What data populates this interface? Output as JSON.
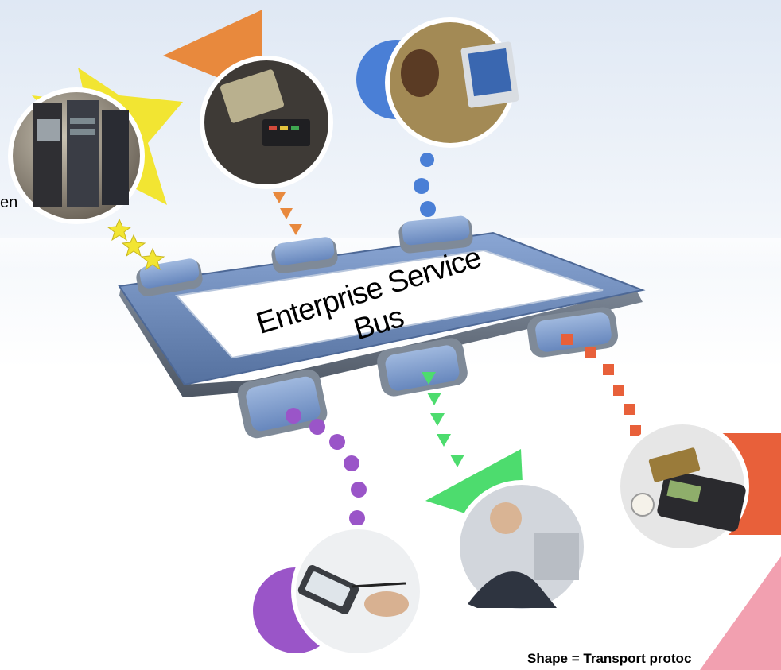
{
  "bus_label": "Enterprise Service Bus",
  "edge_text": "en",
  "caption": "Shape = Transport protoc",
  "nodes": [
    {
      "id": "server-rack",
      "shape": "star",
      "color": "#f2e532",
      "icon": "server-rack-photo"
    },
    {
      "id": "atm-cash",
      "shape": "triangle",
      "color": "#e8893d",
      "icon": "atm-cash-photo"
    },
    {
      "id": "office-worker",
      "shape": "circle",
      "color": "#4a7fd6",
      "icon": "office-worker-photo"
    },
    {
      "id": "card-terminal",
      "shape": "square",
      "color": "#e8603a",
      "icon": "card-terminal-photo"
    },
    {
      "id": "businessman-phone",
      "shape": "triangle",
      "color": "#4ddc6e",
      "icon": "businessman-phone-photo"
    },
    {
      "id": "pda-stylus",
      "shape": "circle",
      "color": "#9a55c8",
      "icon": "pda-stylus-photo"
    }
  ],
  "colors": {
    "bus_frame": "#6f8fbf",
    "bus_panel": "#ffffff",
    "port": "#7d9fd0",
    "accent_pink": "#f2a0b0"
  }
}
